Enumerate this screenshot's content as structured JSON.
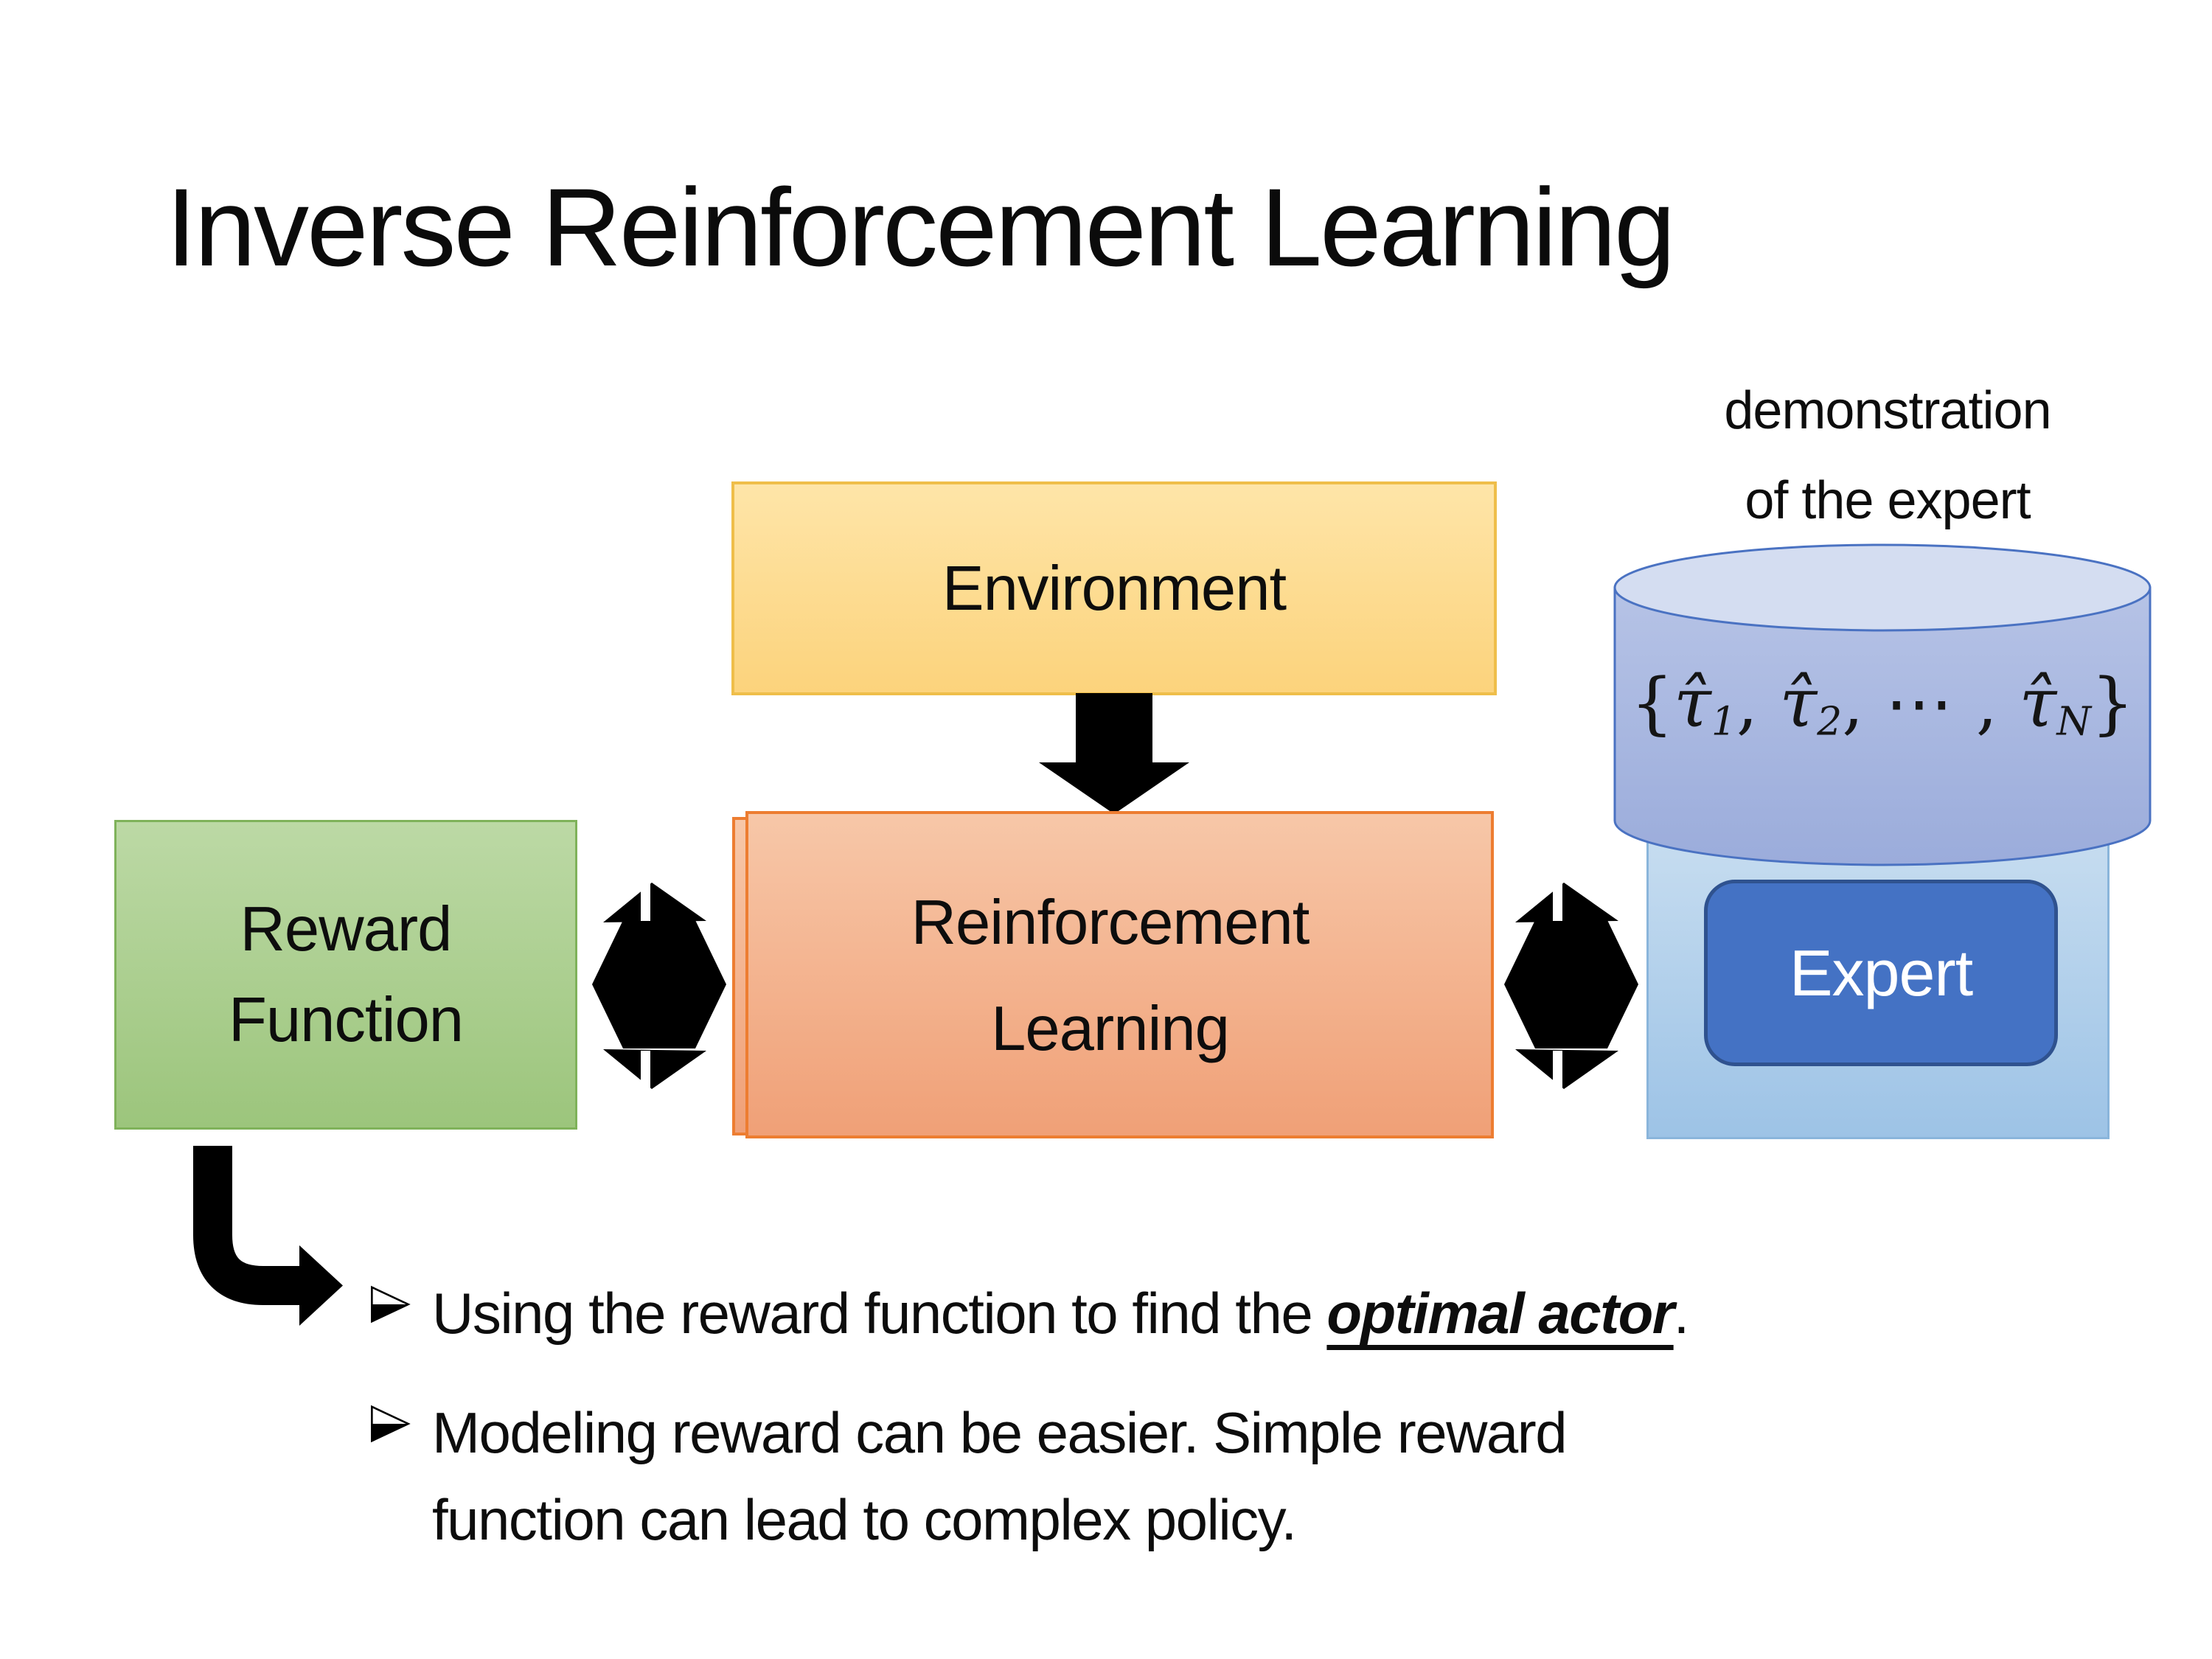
{
  "title": "Inverse Reinforcement Learning",
  "diagram": {
    "demo_lines": [
      "demonstration",
      "of the expert"
    ],
    "environment_label": "Environment",
    "reward_lines": [
      "Reward",
      "Function"
    ],
    "rl_lines": [
      "Reinforcement",
      "Learning"
    ],
    "expert_label": "Expert",
    "formula": {
      "open": "{",
      "close": "}",
      "terms": [
        {
          "t": "τ̂",
          "s": "1",
          "sep": ", "
        },
        {
          "t": "τ̂",
          "s": "2",
          "sep": ", "
        },
        {
          "t": "⋯",
          "s": "",
          "sep": " , "
        },
        {
          "t": "τ̂",
          "s": "N",
          "sep": ""
        }
      ]
    }
  },
  "bullets": [
    {
      "segments": [
        {
          "text": "Using the reward function to find the "
        },
        {
          "text": "optimal actor",
          "emphasis": true
        },
        {
          "text": "."
        }
      ]
    },
    {
      "segments": [
        {
          "text": "Modeling reward can be easier. Simple reward"
        },
        {
          "br": true
        },
        {
          "text": "function can lead to complex policy."
        }
      ]
    }
  ],
  "icons": {
    "down_arrow": "solid black downward block arrow",
    "double_arrow": "black two-way arrow cluster (horizontal + vertical heads)",
    "elbow_arrow": "black elbow arrow turning down-then-right",
    "bullet": "arrowhead bullet ➢",
    "database": "blue cylinder database shape"
  },
  "colors": {
    "text_color": "#0d0d0d",
    "env_fill_top": "#FEE5A8",
    "env_fill_bottom": "#FCD37C",
    "env_border": "#EFBE4A",
    "rl_fill_top": "#F7C7A8",
    "rl_fill_bottom": "#F0A077",
    "rl_border": "#ED7D31",
    "green_fill_top": "#BCD9A5",
    "green_fill_bottom": "#9CC57C",
    "green_border": "#7FB25A",
    "cyl_fill_top": "#D4DDF1",
    "cyl_fill_light": "#B6C3E6",
    "cyl_fill_dark": "#9BACDB",
    "cyl_border": "#4A72C2",
    "panel_fill_top": "#C7DDF0",
    "panel_fill_bottom": "#9DC3E6",
    "panel_border": "#8AB5DB",
    "expert_fill": "#4472C4",
    "expert_border": "#2F528F",
    "expert_text": "#FFFFFF",
    "arrow_color": "#000000"
  }
}
